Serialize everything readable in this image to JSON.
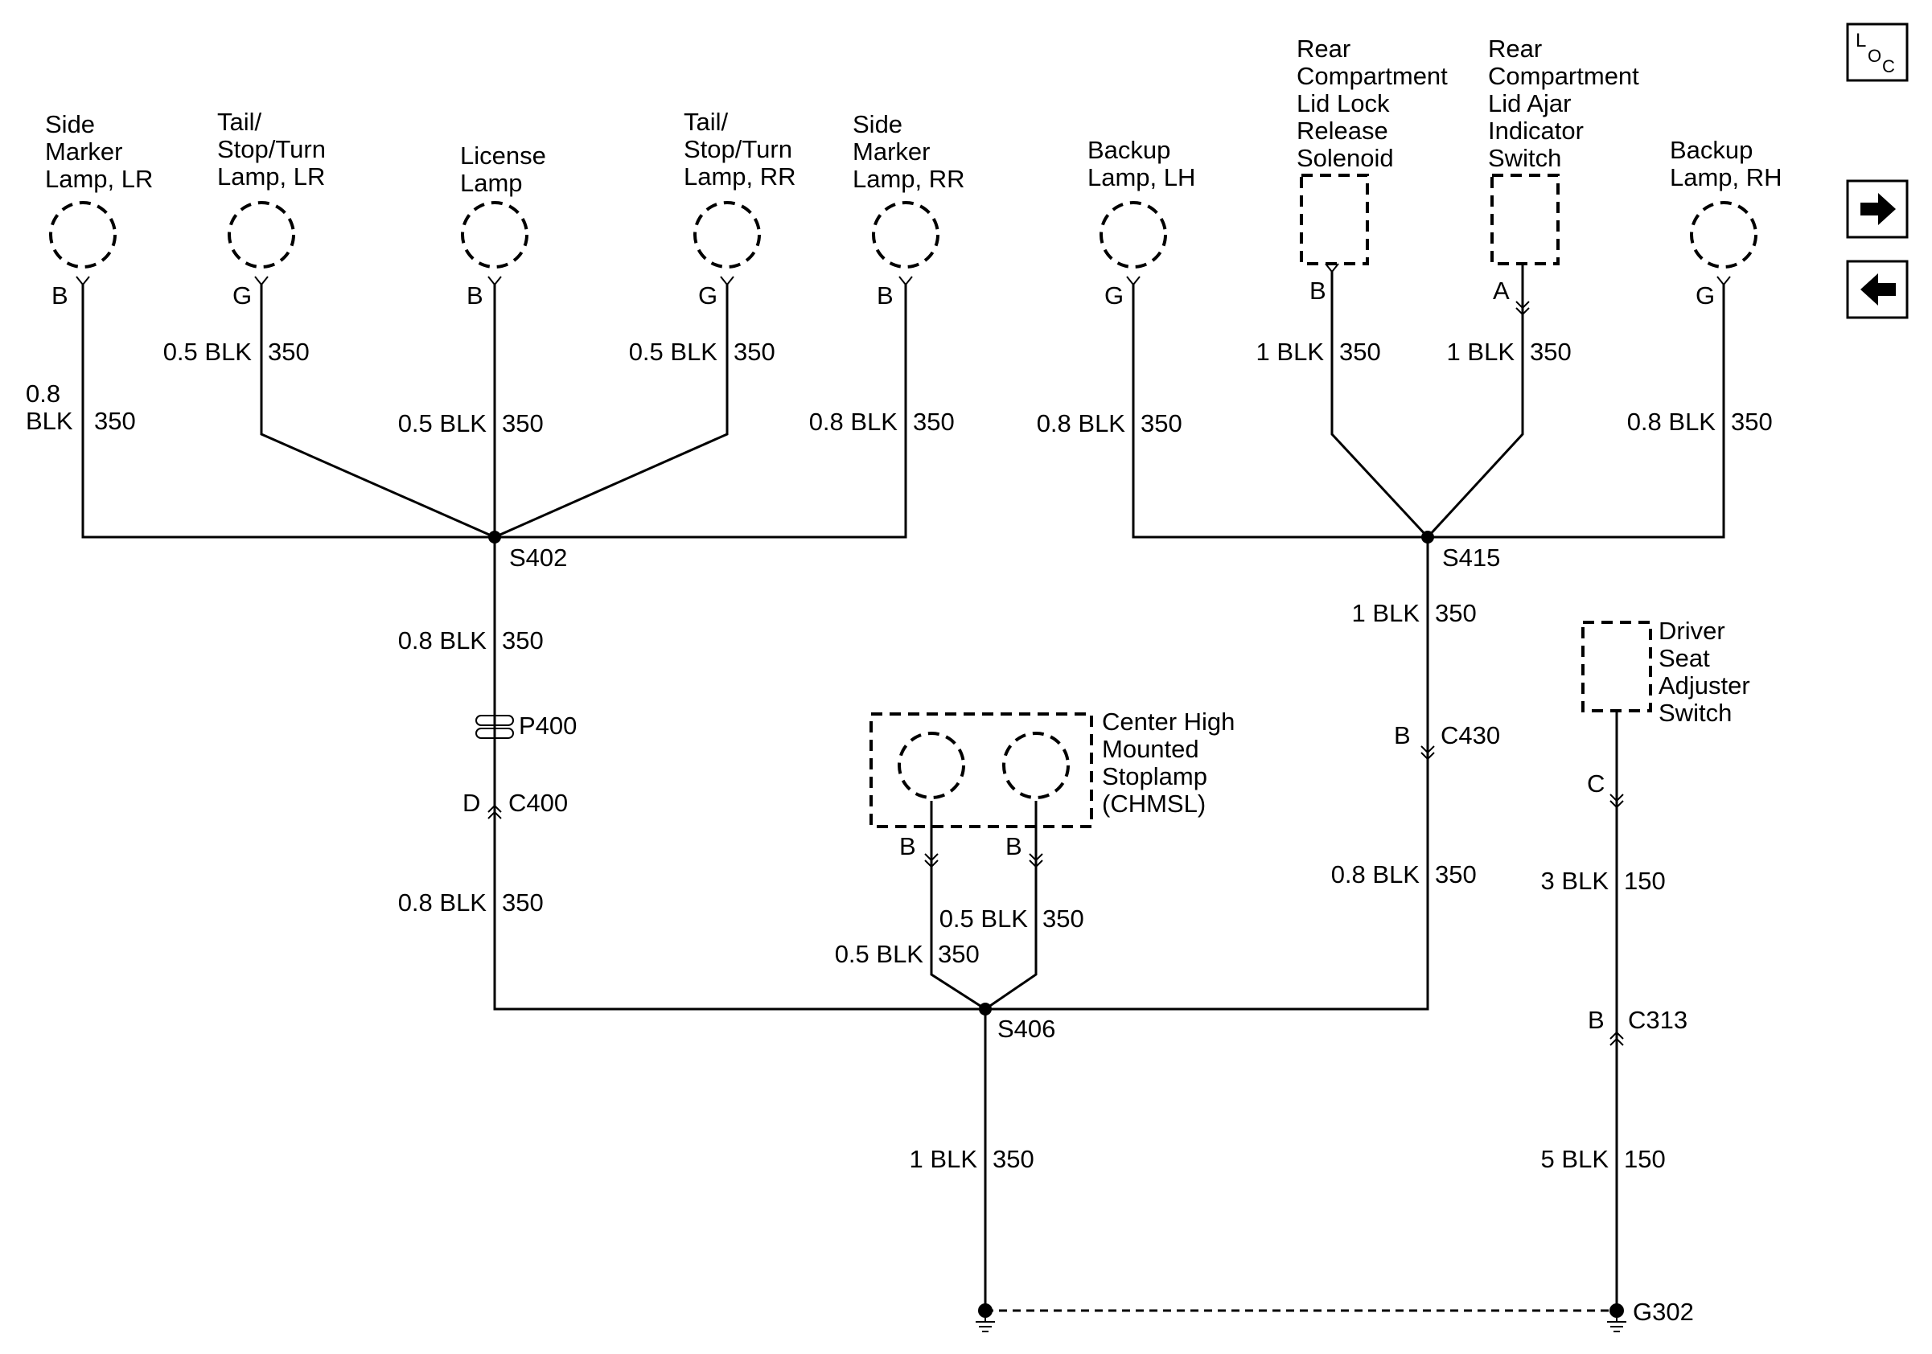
{
  "colors": {
    "ink": "#000000",
    "background": "#ffffff"
  },
  "nav": {
    "loc": {
      "l": "L",
      "o": "O",
      "c": "C",
      "icon": "location-icon"
    },
    "forward_icon": "arrow-right-icon",
    "back_icon": "arrow-left-icon"
  },
  "components": {
    "side_marker_lr": [
      "Side",
      "Marker",
      "Lamp, LR"
    ],
    "tail_lr": [
      "Tail/",
      "Stop/Turn",
      "Lamp, LR"
    ],
    "license": [
      "License",
      "Lamp"
    ],
    "tail_rr": [
      "Tail/",
      "Stop/Turn",
      "Lamp, RR"
    ],
    "side_marker_rr": [
      "Side",
      "Marker",
      "Lamp, RR"
    ],
    "backup_lh": [
      "Backup",
      "Lamp, LH"
    ],
    "lid_lock": [
      "Rear",
      "Compartment",
      "Lid Lock",
      "Release",
      "Solenoid"
    ],
    "lid_ajar": [
      "Rear",
      "Compartment",
      "Lid Ajar",
      "Indicator",
      "Switch"
    ],
    "backup_rh": [
      "Backup",
      "Lamp, RH"
    ],
    "chmsl": [
      "Center High",
      "Mounted",
      "Stoplamp",
      "(CHMSL)"
    ],
    "driver_seat": [
      "Driver",
      "Seat",
      "Adjuster",
      "Switch"
    ]
  },
  "pins": {
    "side_marker_lr": "B",
    "tail_lr": "G",
    "license": "B",
    "tail_rr": "G",
    "side_marker_rr": "B",
    "backup_lh": "G",
    "lid_lock": "B",
    "lid_ajar": "A",
    "backup_rh": "G",
    "chmsl_1": "B",
    "chmsl_2": "B",
    "c400": "D",
    "c430": "B",
    "driver_seat": "C",
    "c313": "B"
  },
  "wires": {
    "side_marker_lr": {
      "size": "0.8",
      "color": "BLK",
      "circuit": "350"
    },
    "tail_lr": {
      "spec": "0.5 BLK",
      "circuit": "350"
    },
    "license": {
      "spec": "0.5 BLK",
      "circuit": "350"
    },
    "tail_rr": {
      "spec": "0.5 BLK",
      "circuit": "350"
    },
    "side_marker_rr": {
      "spec": "0.8 BLK",
      "circuit": "350"
    },
    "backup_lh": {
      "spec": "0.8 BLK",
      "circuit": "350"
    },
    "lid_lock": {
      "spec": "1 BLK",
      "circuit": "350"
    },
    "lid_ajar": {
      "spec": "1 BLK",
      "circuit": "350"
    },
    "backup_rh": {
      "spec": "0.8 BLK",
      "circuit": "350"
    },
    "s402_p400": {
      "spec": "0.8 BLK",
      "circuit": "350"
    },
    "c400_s406": {
      "spec": "0.8 BLK",
      "circuit": "350"
    },
    "s415_c430": {
      "spec": "1 BLK",
      "circuit": "350"
    },
    "c430_s406": {
      "spec": "0.8 BLK",
      "circuit": "350"
    },
    "chmsl_right": {
      "spec": "0.5 BLK",
      "circuit": "350"
    },
    "chmsl_left": {
      "spec": "0.5 BLK",
      "circuit": "350"
    },
    "s406_g302": {
      "spec": "1 BLK",
      "circuit": "350"
    },
    "seat_c313": {
      "spec": "3 BLK",
      "circuit": "150"
    },
    "c313_g302": {
      "spec": "5 BLK",
      "circuit": "150"
    }
  },
  "splices": {
    "s402": "S402",
    "s415": "S415",
    "s406": "S406"
  },
  "connectors": {
    "p400": "P400",
    "c400": "C400",
    "c430": "C430",
    "c313": "C313"
  },
  "ground": "G302"
}
